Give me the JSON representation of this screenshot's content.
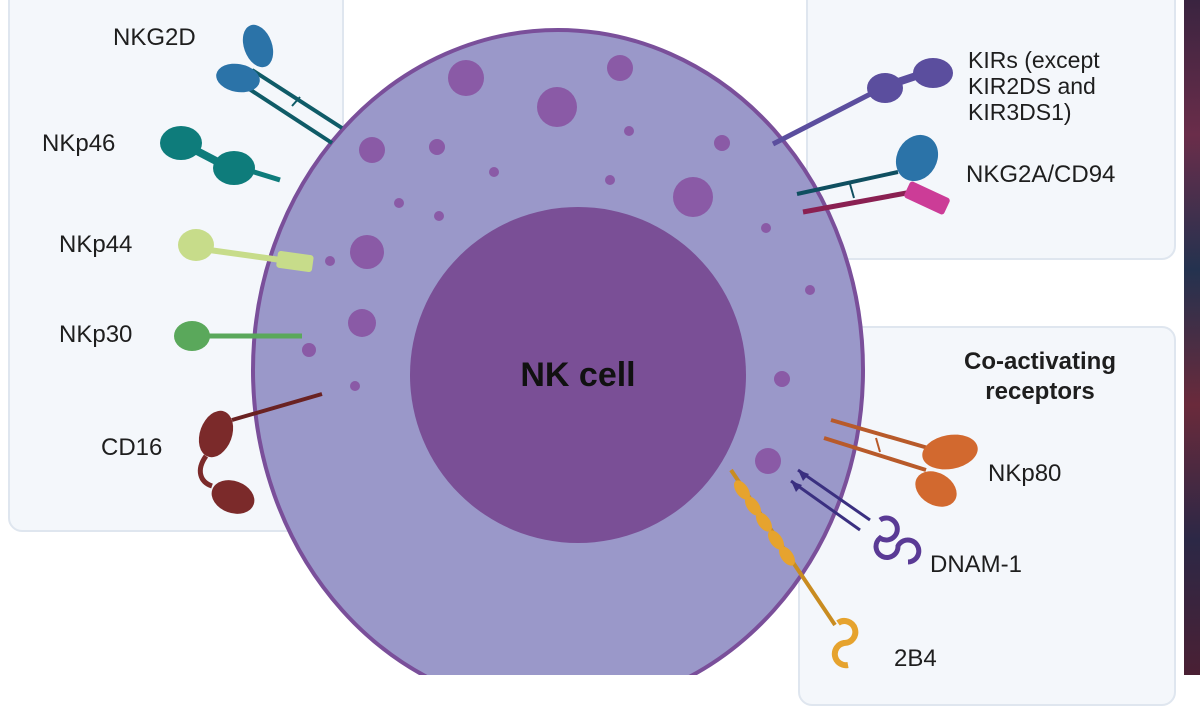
{
  "center_label": "NK cell",
  "receptor_labels": {
    "nkg2d": "NKG2D",
    "nkp46": "NKp46",
    "nkp44": "NKp44",
    "nkp30": "NKp30",
    "cd16": "CD16",
    "kirs": [
      "KIRs (except",
      "KIR2DS and",
      "KIR3DS1)"
    ],
    "nkg2a_cd94": "NKG2A/CD94",
    "nkp80": "NKp80",
    "dnam1": "DNAM-1",
    "2b4": "2B4"
  },
  "panel_headings": {
    "co_activating": [
      "Co-activating",
      "receptors"
    ]
  },
  "colors": {
    "cell_fill": "#9a98c9",
    "cell_border": "#7a4f9a",
    "nucleus": "#7a4f96",
    "granule": "#8a5aa6",
    "nkg2d": "#2b73a8",
    "nkp46": "#0e7c7b",
    "nkp44": "#c7dc8a",
    "nkp30": "#5aa85b",
    "cd16": "#7b2a2a",
    "kirs": "#5b4e9e",
    "nkg2a": "#2b73a8",
    "cd94": "#cc3c97",
    "nkp80": "#d2692f",
    "dnam1": "#5a3a95",
    "2b4": "#e6a32e"
  }
}
